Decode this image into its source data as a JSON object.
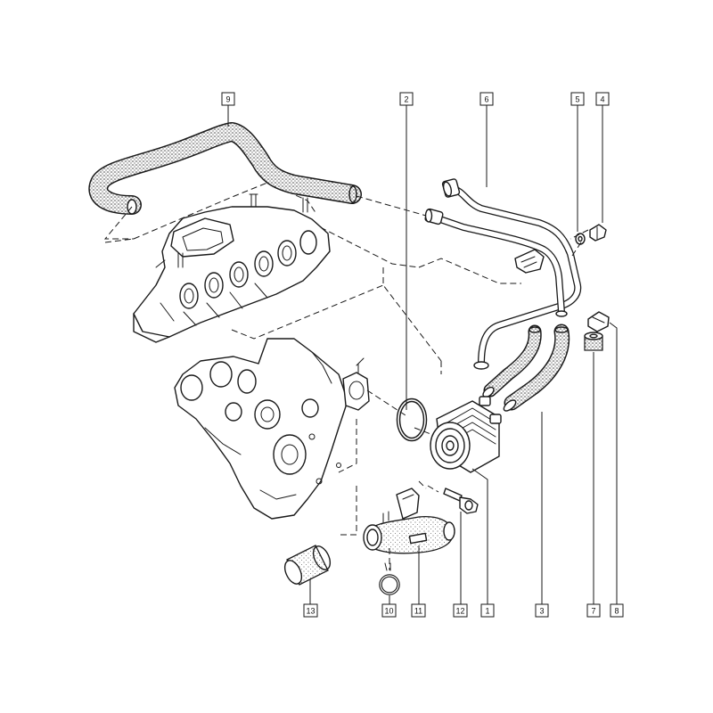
{
  "diagram": {
    "callouts": [
      {
        "id": "c9",
        "label": "9"
      },
      {
        "id": "c2",
        "label": "2"
      },
      {
        "id": "c6",
        "label": "6"
      },
      {
        "id": "c5",
        "label": "5"
      },
      {
        "id": "c4",
        "label": "4"
      },
      {
        "id": "c13",
        "label": "13"
      },
      {
        "id": "c10",
        "label": "10"
      },
      {
        "id": "c11",
        "label": "11"
      },
      {
        "id": "c12",
        "label": "12"
      },
      {
        "id": "c1",
        "label": "1"
      },
      {
        "id": "c3",
        "label": "3"
      },
      {
        "id": "c7",
        "label": "7"
      },
      {
        "id": "c8",
        "label": "8"
      }
    ],
    "colors": {
      "ink": "#1a1a1a",
      "background": "#ffffff",
      "stipple": "#3a3a3a"
    }
  }
}
